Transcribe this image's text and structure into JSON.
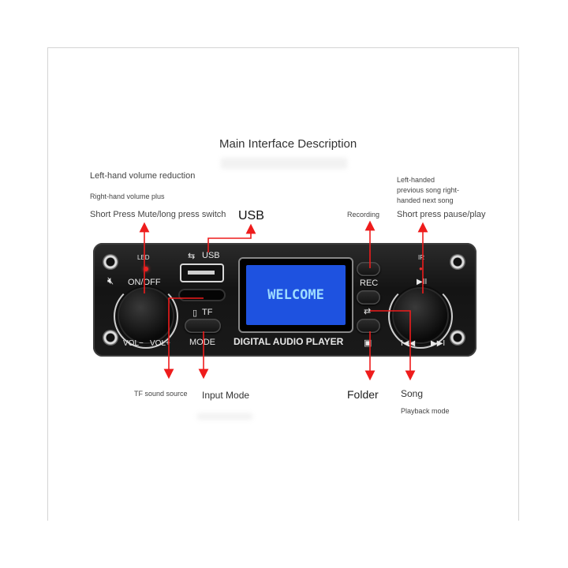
{
  "heading": "Main Interface Description",
  "annotations": {
    "volume_left": "Left-hand volume reduction",
    "volume_right": "Right-hand volume plus",
    "mute": "Short Press Mute/long press switch",
    "usb": "USB",
    "recording": "Recording",
    "song_line1": "Left-handed",
    "song_line2": "previous song right-",
    "song_line3": "handed next song",
    "pause_play": "Short press pause/play",
    "tf_source": "TF sound source",
    "input_mode": "Input Mode",
    "folder": "Folder",
    "song": "Song",
    "playback_mode": "Playback mode"
  },
  "panel": {
    "led": "LED",
    "on_off": "ON/OFF",
    "vol_minus": "VOL−",
    "vol_plus": "VOL+",
    "usb": "USB",
    "tf": "TF",
    "mode": "MODE",
    "screen_text": "WELCOME",
    "product_name": "DIGITAL AUDIO PLAYER",
    "rec": "REC",
    "ir": "IR",
    "play_pause": "▶II",
    "prev": "I◀◀",
    "next": "▶▶I"
  },
  "colors": {
    "arrow": "#ee1c1c",
    "screen": "#1e52e0",
    "screen_text": "#9fdcff",
    "panel": "#1a1a1a"
  },
  "icons": [
    "mute-icon",
    "usb-icon",
    "tf-card-icon",
    "repeat-icon",
    "folder-icon",
    "ir-sensor-icon"
  ]
}
